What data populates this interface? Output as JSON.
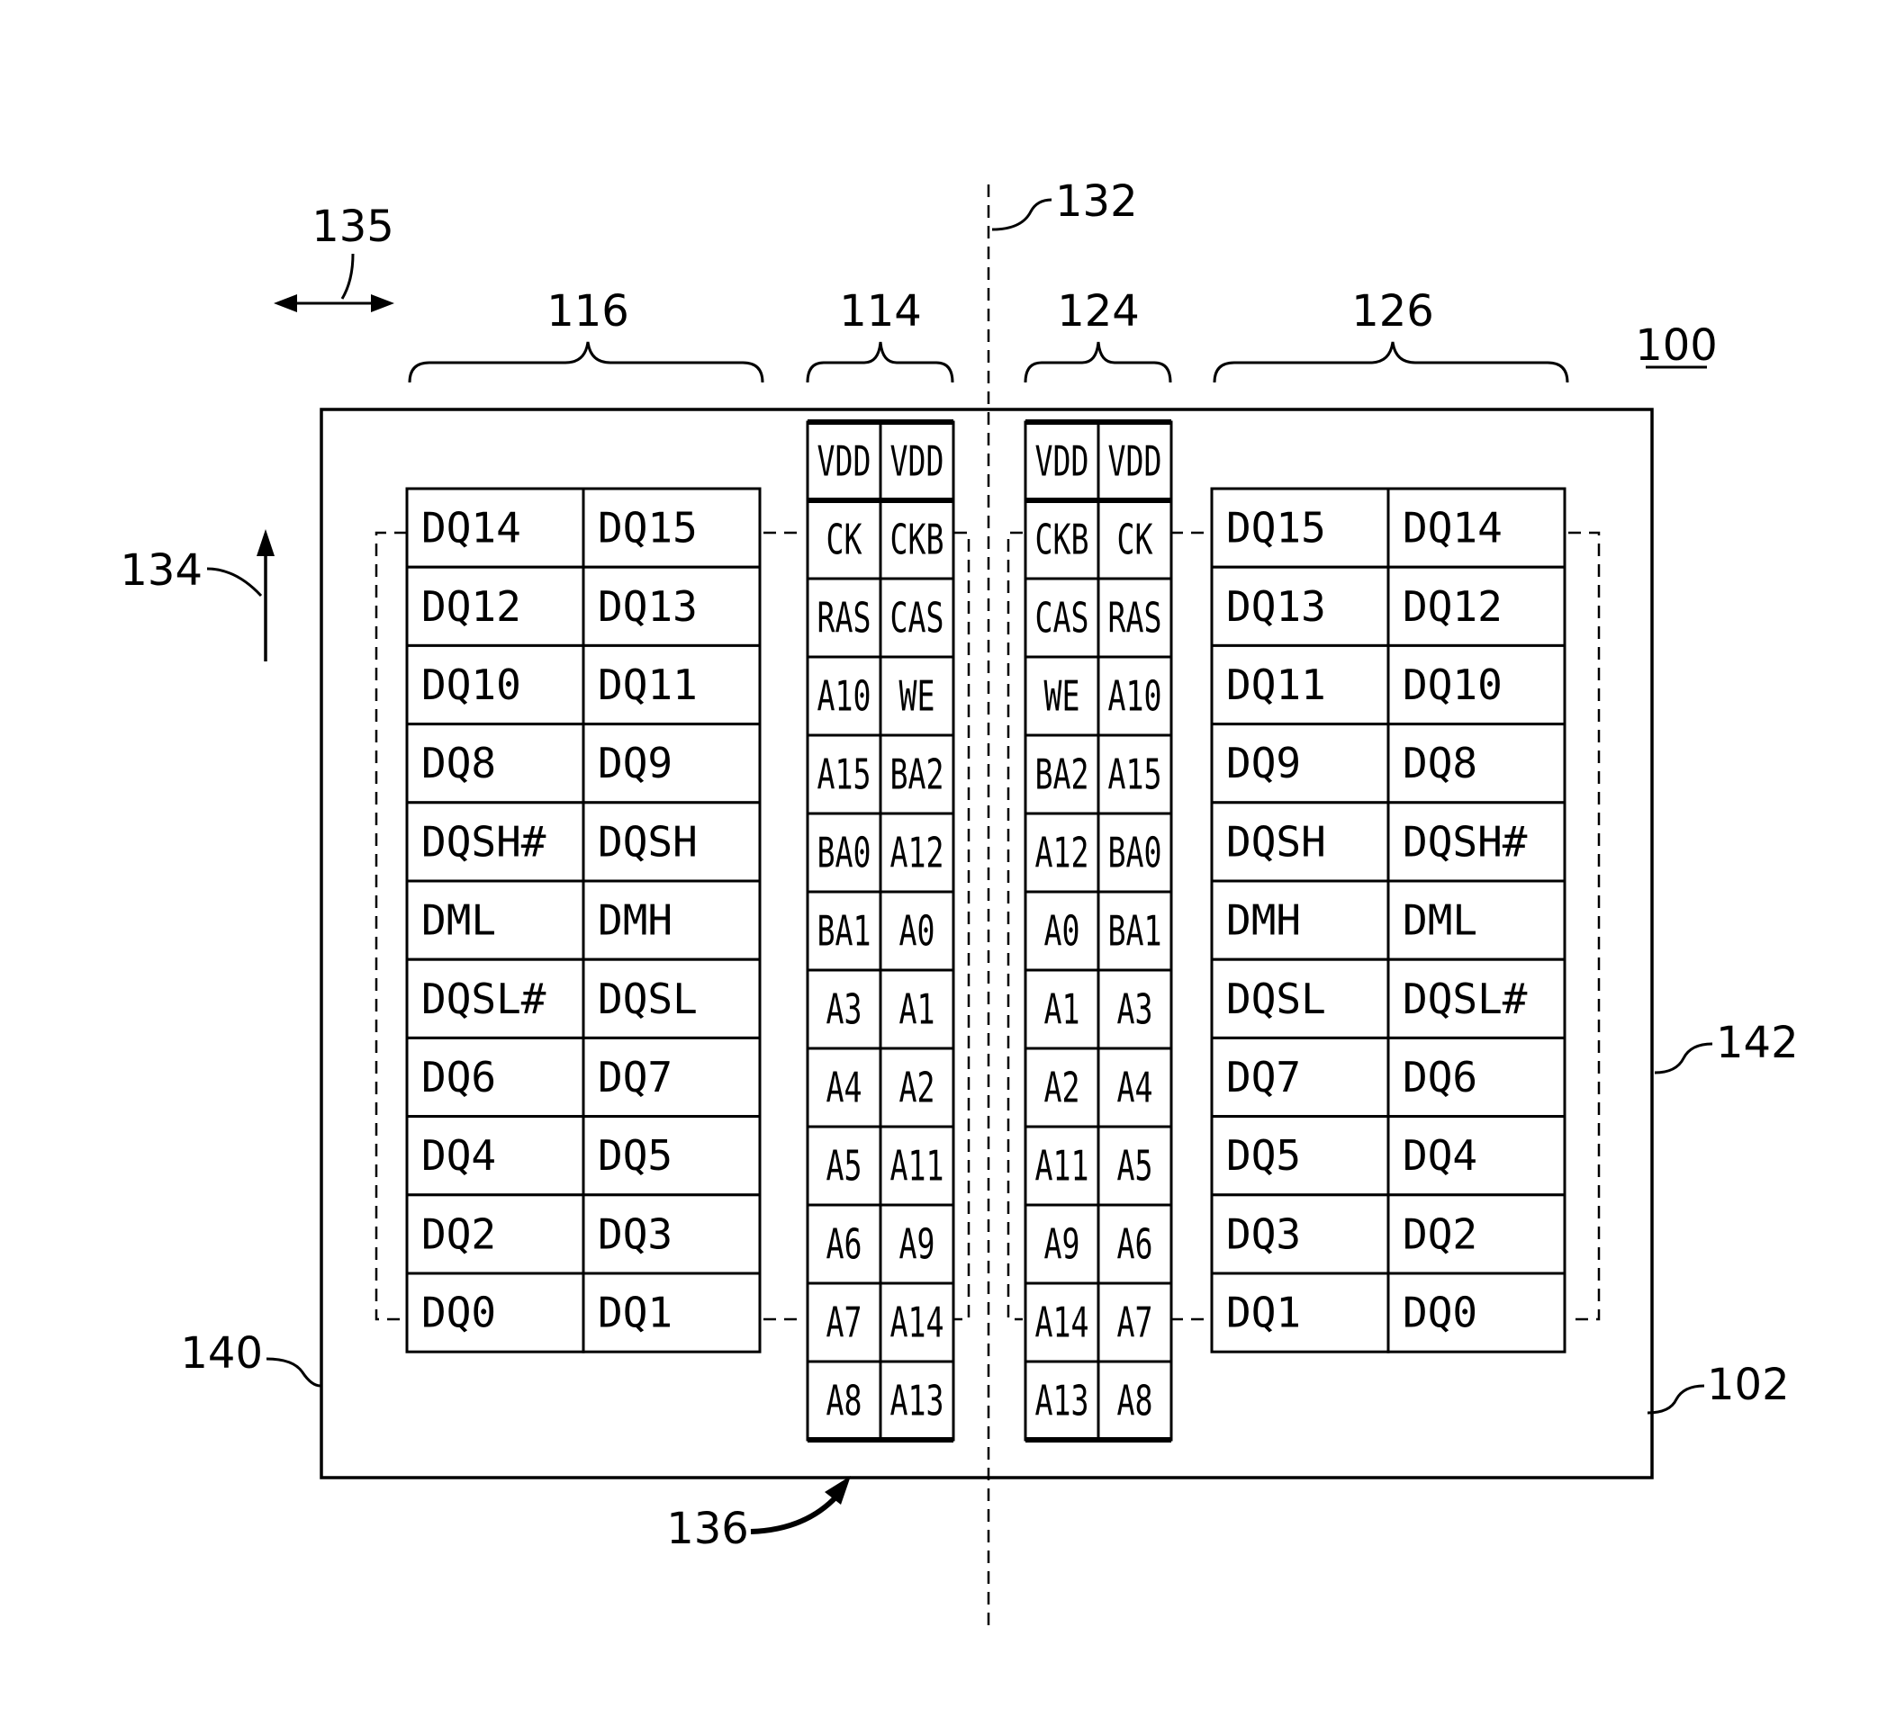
{
  "reference_labels": {
    "device": "100",
    "substrate": "102",
    "left_dq_group": "116",
    "left_ca_group": "114",
    "right_ca_group": "124",
    "right_dq_group": "126",
    "center_axis": "132",
    "vertical_direction": "134",
    "horizontal_direction": "135",
    "power_row": "136",
    "left_edge": "140",
    "right_edge": "142"
  },
  "pin_arrays": {
    "left_dq": [
      [
        "DQ14",
        "DQ15"
      ],
      [
        "DQ12",
        "DQ13"
      ],
      [
        "DQ10",
        "DQ11"
      ],
      [
        "DQ8",
        "DQ9"
      ],
      [
        "DQSH#",
        "DQSH"
      ],
      [
        "DML",
        "DMH"
      ],
      [
        "DQSL#",
        "DQSL"
      ],
      [
        "DQ6",
        "DQ7"
      ],
      [
        "DQ4",
        "DQ5"
      ],
      [
        "DQ2",
        "DQ3"
      ],
      [
        "DQ0",
        "DQ1"
      ]
    ],
    "left_ca": [
      [
        "VDD",
        "VDD"
      ],
      [
        "CK",
        "CKB"
      ],
      [
        "RAS",
        "CAS"
      ],
      [
        "A10",
        "WE"
      ],
      [
        "A15",
        "BA2"
      ],
      [
        "BA0",
        "A12"
      ],
      [
        "BA1",
        "A0"
      ],
      [
        "A3",
        "A1"
      ],
      [
        "A4",
        "A2"
      ],
      [
        "A5",
        "A11"
      ],
      [
        "A6",
        "A9"
      ],
      [
        "A7",
        "A14"
      ],
      [
        "A8",
        "A13"
      ]
    ],
    "right_ca": [
      [
        "VDD",
        "VDD"
      ],
      [
        "CKB",
        "CK"
      ],
      [
        "CAS",
        "RAS"
      ],
      [
        "WE",
        "A10"
      ],
      [
        "BA2",
        "A15"
      ],
      [
        "A12",
        "BA0"
      ],
      [
        "A0",
        "BA1"
      ],
      [
        "A1",
        "A3"
      ],
      [
        "A2",
        "A4"
      ],
      [
        "A11",
        "A5"
      ],
      [
        "A9",
        "A6"
      ],
      [
        "A14",
        "A7"
      ],
      [
        "A13",
        "A8"
      ]
    ],
    "right_dq": [
      [
        "DQ15",
        "DQ14"
      ],
      [
        "DQ13",
        "DQ12"
      ],
      [
        "DQ11",
        "DQ10"
      ],
      [
        "DQ9",
        "DQ8"
      ],
      [
        "DQSH",
        "DQSH#"
      ],
      [
        "DMH",
        "DML"
      ],
      [
        "DQSL",
        "DQSL#"
      ],
      [
        "DQ7",
        "DQ6"
      ],
      [
        "DQ5",
        "DQ4"
      ],
      [
        "DQ3",
        "DQ2"
      ],
      [
        "DQ1",
        "DQ0"
      ]
    ]
  }
}
